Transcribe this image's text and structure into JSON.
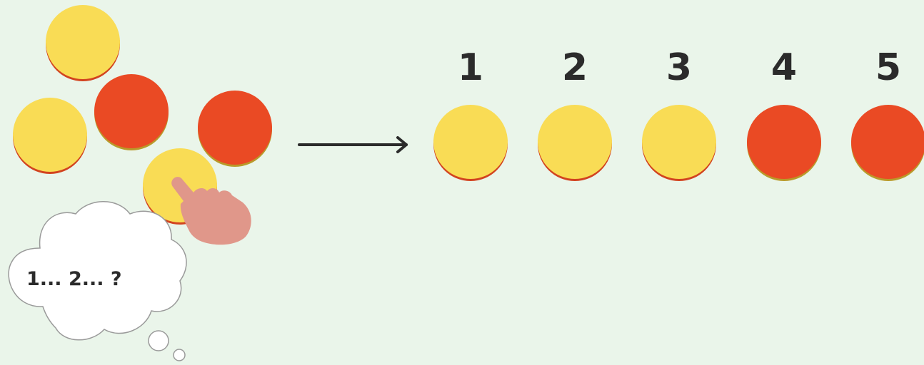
{
  "colors": {
    "background": "#eaf5ea",
    "yellow": "#f9dc55",
    "yellow_rim": "#d2431f",
    "red": "#ea4a24",
    "red_rim": "#b99a2a",
    "hand": "#e0978a",
    "cloud_stroke": "#9a9a9a",
    "arrow": "#2b2b2b"
  },
  "scattered_counters": [
    {
      "color": "yellow"
    },
    {
      "color": "red"
    },
    {
      "color": "yellow"
    },
    {
      "color": "red"
    },
    {
      "color": "yellow"
    }
  ],
  "row_counters": [
    {
      "label": "1",
      "color": "yellow"
    },
    {
      "label": "2",
      "color": "yellow"
    },
    {
      "label": "3",
      "color": "yellow"
    },
    {
      "label": "4",
      "color": "red"
    },
    {
      "label": "5",
      "color": "red"
    }
  ],
  "thought_bubble": {
    "text": "1... 2... ?"
  },
  "icons": {
    "pointer": "pointing-hand-icon",
    "arrow": "arrow-right-icon"
  }
}
